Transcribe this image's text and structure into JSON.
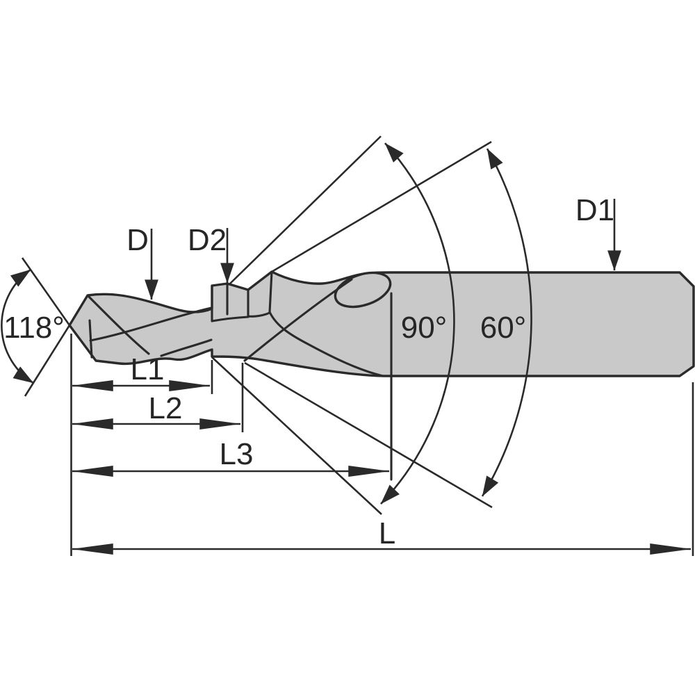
{
  "diagram": {
    "kind": "technical-drawing",
    "subject": "step countersink drill dimensional diagram",
    "labels": {
      "point_angle": "118°",
      "pilot_diameter": "D",
      "step_diameter": "D2",
      "shank_diameter": "D1",
      "countersink_angle_90": "90°",
      "countersink_angle_60": "60°",
      "length_l1": "L1",
      "length_l2": "L2",
      "length_l3": "L3",
      "total_length": "L"
    },
    "colors": {
      "background": "#ffffff",
      "body_fill": "#c9c9c9",
      "line": "#2a2a2a",
      "text": "#262626"
    }
  }
}
